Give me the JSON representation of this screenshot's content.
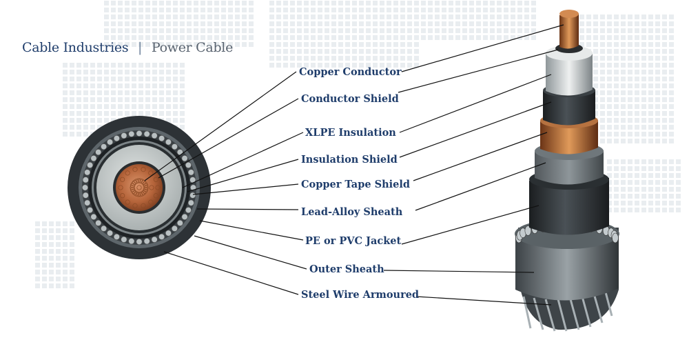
{
  "header": {
    "brand": "Cable Industries",
    "separator": "|",
    "subtitle": "Power Cable"
  },
  "labels": [
    "Copper Conductor",
    "Conductor Shield",
    "XLPE Insulation",
    "Insulation Shield",
    "Copper Tape Shield",
    "Lead-Alloy  Sheath",
    "PE or PVC Jacket",
    "Outer Sheath",
    "Steel Wire Armoured"
  ],
  "colors": {
    "label_text": "#1f3d6b",
    "copper": "#b86a3a",
    "sheath": "#2f3438",
    "insulation": "#cfd3d4",
    "background_map": "#eef1f3"
  }
}
